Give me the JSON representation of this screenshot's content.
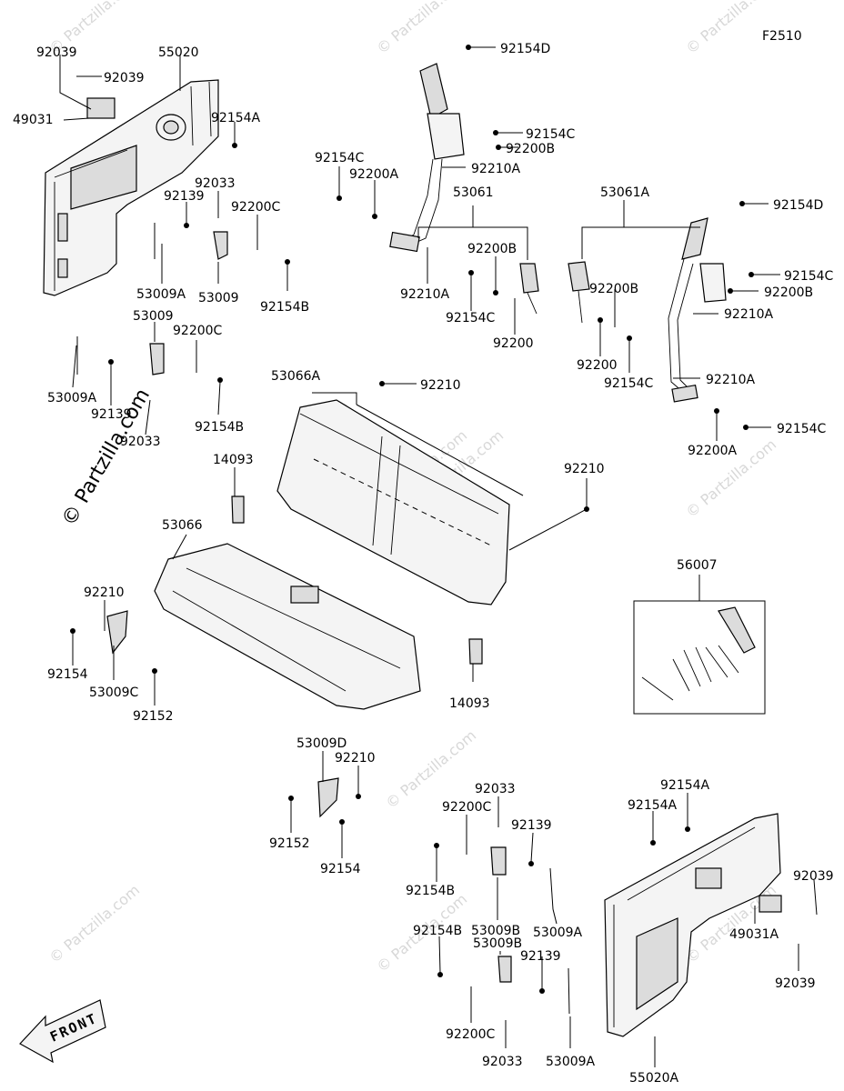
{
  "figure_code": "F2510",
  "watermark": "© Partzilla.com",
  "front_label": "FRONT",
  "labels": [
    "92039",
    "55020",
    "92039",
    "49031",
    "92154A",
    "92033",
    "92139",
    "92200C",
    "53009A",
    "53009",
    "92154B",
    "53009",
    "92200C",
    "53009A",
    "92139",
    "92033",
    "92154B",
    "92154D",
    "92154C",
    "92200B",
    "92210A",
    "92154C",
    "92200A",
    "53061",
    "92200B",
    "92210A",
    "92154C",
    "92200",
    "53061A",
    "92154D",
    "92154C",
    "92200B",
    "92200B",
    "92210A",
    "92200",
    "92154C",
    "92210A",
    "92200A",
    "92154C",
    "53066A",
    "92210",
    "92210",
    "14093",
    "53066",
    "56007",
    "92210",
    "92154",
    "53009C",
    "92152",
    "14093",
    "53009D",
    "92210",
    "92152",
    "92154",
    "92033",
    "92200C",
    "92139",
    "92154B",
    "53009B",
    "53009A",
    "92154B",
    "53009B",
    "92139",
    "92200C",
    "92033",
    "53009A",
    "92154A",
    "92154A",
    "92039",
    "49031A",
    "92039",
    "55020A"
  ]
}
